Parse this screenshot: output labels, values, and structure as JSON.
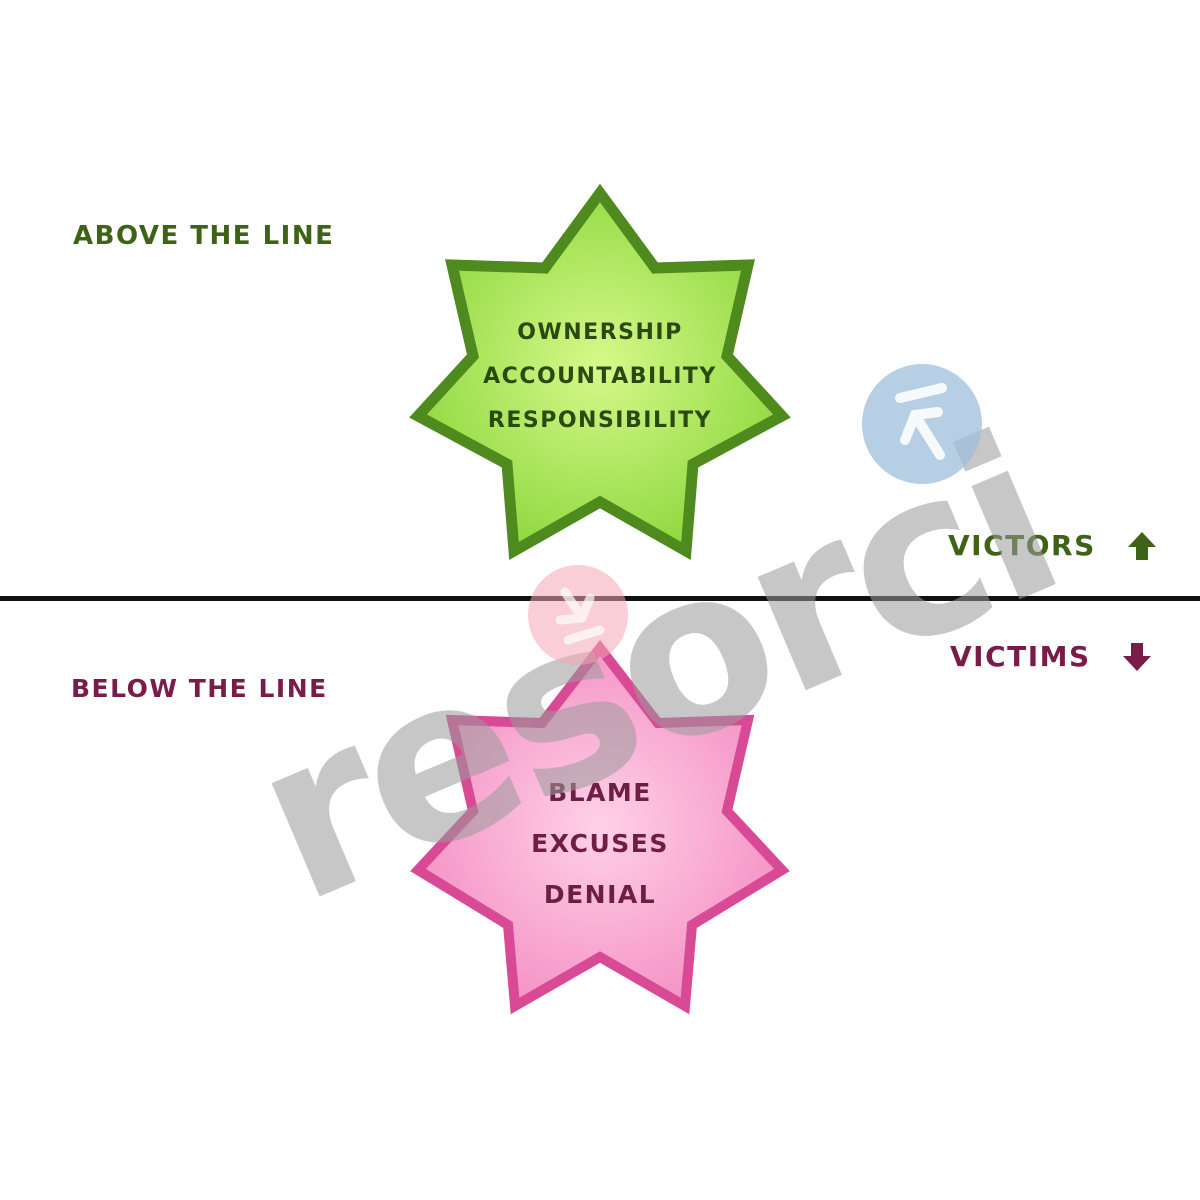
{
  "above": {
    "label": "ABOVE THE LINE",
    "words": [
      "OWNERSHIP",
      "ACCOUNTABILITY",
      "RESPONSIBILITY"
    ],
    "side_label": "VICTORS",
    "arrow_icon": "arrow-up-icon",
    "text_color": "#3e6316",
    "star_fill_center": "#d6f98a",
    "star_fill_edge": "#8fd840",
    "star_stroke": "#4e8a1e"
  },
  "below": {
    "label": "BELOW THE LINE",
    "words": [
      "BLAME",
      "EXCUSES",
      "DENIAL"
    ],
    "side_label": "VICTIMS",
    "arrow_icon": "arrow-down-icon",
    "text_color": "#7a1c4a",
    "star_fill_center": "#ffd1e8",
    "star_fill_edge": "#f490c4",
    "star_stroke": "#d94a96"
  },
  "divider_color": "#111111",
  "watermark": {
    "text": "resorci",
    "text_color": "#9b9b9b",
    "circle_color": "#9dbfdc",
    "pink_circle_color": "#f6a6b5",
    "icon": "arrow-circle-icon"
  }
}
